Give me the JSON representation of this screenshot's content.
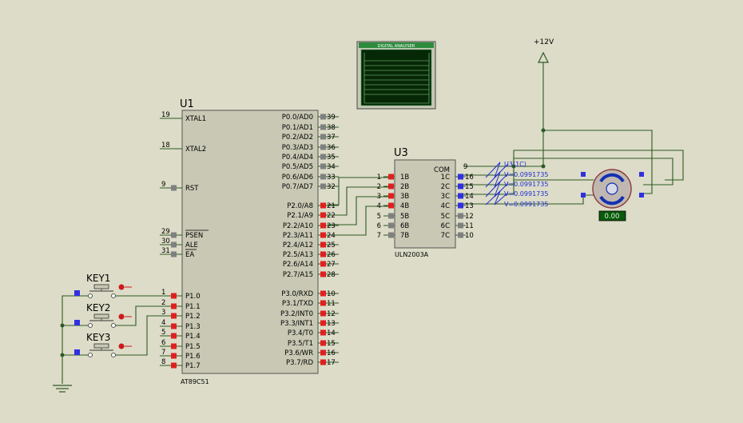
{
  "u1": {
    "ref": "U1",
    "part": "AT89C51",
    "left_pins": [
      {
        "num": "19",
        "label": "XTAL1"
      },
      {
        "num": "18",
        "label": "XTAL2"
      },
      {
        "num": "9",
        "label": "RST"
      },
      {
        "num": "29",
        "label": "PSEN"
      },
      {
        "num": "30",
        "label": "ALE"
      },
      {
        "num": "31",
        "label": "EA"
      },
      {
        "num": "1",
        "label": "P1.0"
      },
      {
        "num": "2",
        "label": "P1.1"
      },
      {
        "num": "3",
        "label": "P1.2"
      },
      {
        "num": "4",
        "label": "P1.3"
      },
      {
        "num": "5",
        "label": "P1.4"
      },
      {
        "num": "6",
        "label": "P1.5"
      },
      {
        "num": "7",
        "label": "P1.6"
      },
      {
        "num": "8",
        "label": "P1.7"
      }
    ],
    "right_pins": [
      {
        "num": "39",
        "label": "P0.0/AD0"
      },
      {
        "num": "38",
        "label": "P0.1/AD1"
      },
      {
        "num": "37",
        "label": "P0.2/AD2"
      },
      {
        "num": "36",
        "label": "P0.3/AD3"
      },
      {
        "num": "35",
        "label": "P0.4/AD4"
      },
      {
        "num": "34",
        "label": "P0.5/AD5"
      },
      {
        "num": "33",
        "label": "P0.6/AD6"
      },
      {
        "num": "32",
        "label": "P0.7/AD7"
      },
      {
        "num": "21",
        "label": "P2.0/A8"
      },
      {
        "num": "22",
        "label": "P2.1/A9"
      },
      {
        "num": "23",
        "label": "P2.2/A10"
      },
      {
        "num": "24",
        "label": "P2.3/A11"
      },
      {
        "num": "25",
        "label": "P2.4/A12"
      },
      {
        "num": "26",
        "label": "P2.5/A13"
      },
      {
        "num": "27",
        "label": "P2.6/A14"
      },
      {
        "num": "28",
        "label": "P2.7/A15"
      },
      {
        "num": "10",
        "label": "P3.0/RXD"
      },
      {
        "num": "11",
        "label": "P3.1/TXD"
      },
      {
        "num": "12",
        "label": "P3.2/INT0"
      },
      {
        "num": "13",
        "label": "P3.3/INT1"
      },
      {
        "num": "14",
        "label": "P3.4/T0"
      },
      {
        "num": "15",
        "label": "P3.5/T1"
      },
      {
        "num": "16",
        "label": "P3.6/WR"
      },
      {
        "num": "17",
        "label": "P3.7/RD"
      }
    ]
  },
  "u3": {
    "ref": "U3",
    "part": "ULN2003A",
    "com_pin": {
      "num": "9",
      "label": "COM"
    },
    "inputs": [
      {
        "num": "1",
        "label": "1B"
      },
      {
        "num": "2",
        "label": "2B"
      },
      {
        "num": "3",
        "label": "3B"
      },
      {
        "num": "4",
        "label": "4B"
      },
      {
        "num": "5",
        "label": "5B"
      },
      {
        "num": "6",
        "label": "6B"
      },
      {
        "num": "7",
        "label": "7B"
      }
    ],
    "outputs": [
      {
        "num": "16",
        "label": "1C"
      },
      {
        "num": "15",
        "label": "2C"
      },
      {
        "num": "14",
        "label": "3C"
      },
      {
        "num": "13",
        "label": "4C"
      },
      {
        "num": "12",
        "label": "5C"
      },
      {
        "num": "11",
        "label": "6C"
      },
      {
        "num": "10",
        "label": "7C"
      }
    ]
  },
  "keys": [
    "KEY1",
    "KEY2",
    "KEY3"
  ],
  "power": {
    "label": "+12V"
  },
  "probe": {
    "label": "U3(1C)",
    "readings": [
      "V=0.0991735",
      "V=0.0991735",
      "V=0.0991735",
      "V=0.0991735"
    ]
  },
  "analyser": {
    "title": "DIGITAL ANALYSER"
  },
  "motor": {
    "readout": "0.00"
  },
  "colors": {
    "background": "#dcdcc8",
    "wire": "#2e5a22",
    "chip_body": "#c8c8b4",
    "pin_high": "#e02020",
    "pin_idle": "#808080",
    "probe": "#1f2fd0",
    "terminal": "#3030e0"
  }
}
